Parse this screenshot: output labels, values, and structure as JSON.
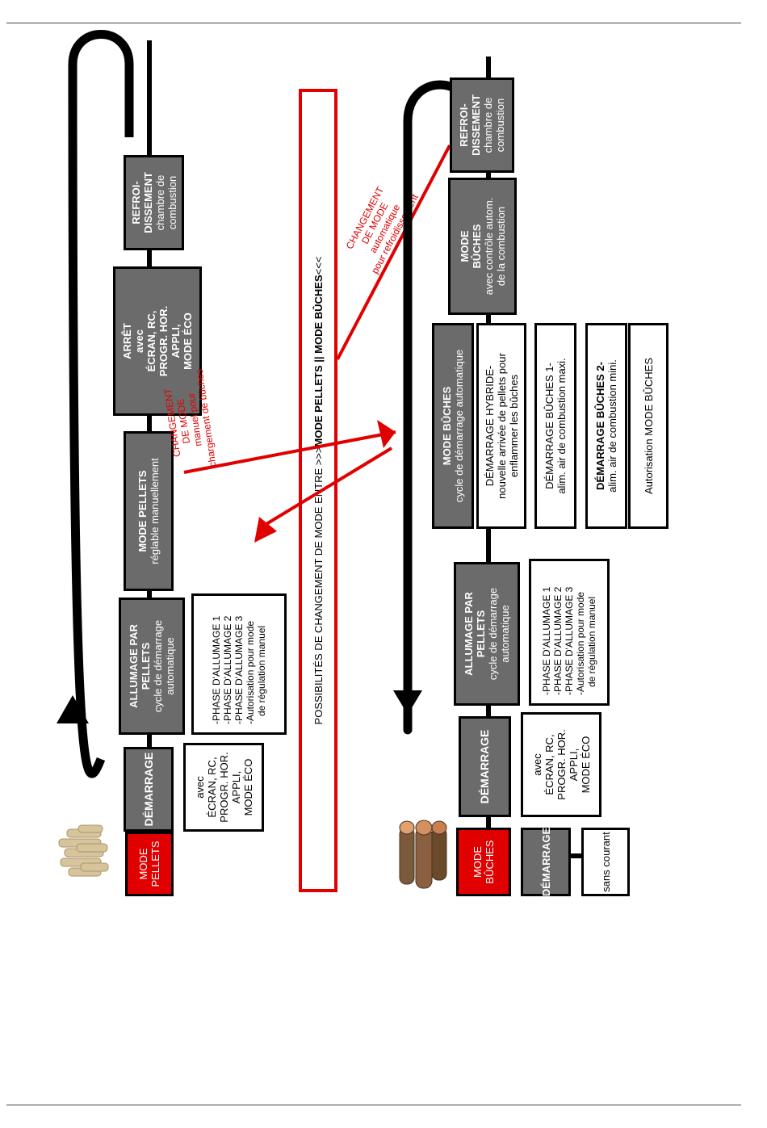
{
  "top_section": {
    "mode": [
      "MODE",
      "PELLETS"
    ],
    "demarrage": "DÉMARRAGE",
    "demarrage_options": [
      "avec",
      "ÉCRAN, RC,",
      "PROGR. HOR.",
      "APPLI,",
      "MODE ÉCO"
    ],
    "allumage": [
      "ALLUMAGE PAR",
      "PELLETS",
      "cycle de démarrage",
      "automatique"
    ],
    "allumage_phases": [
      "-PHASE D'ALLUMAGE 1",
      "-PHASE D'ALLUMAGE 2",
      "-PHASE D'ALLUMAGE 3",
      "-Autorisation pour mode",
      "de régulation manuel"
    ],
    "mode_pellets": [
      "MODE PELLETS",
      "réglable manuellement"
    ],
    "arret": [
      "ARRÊT",
      "avec",
      "ÉCRAN, RC,",
      "PROGR. HOR.",
      "APPLI,",
      "MODE ÉCO"
    ],
    "refroidissement": [
      "REFROI-",
      "DISSEMENT",
      "chambre de",
      "combustion"
    ]
  },
  "banner": {
    "prefix": "POSSIBILITÉS DE CHANGEMENT DE MODE ENTRE >>> ",
    "bold": "MODE PELLETS || MODE BÛCHES",
    "suffix": " <<<"
  },
  "annotations": {
    "manual": [
      "CHANGEMENT",
      "DE MODE",
      "manuel pour",
      "chargement de bûches"
    ],
    "auto": [
      "CHANGEMENT",
      "DE MODE",
      "automatique",
      "pour refroidissement"
    ]
  },
  "bottom_section": {
    "mode": [
      "MODE",
      "BÛCHES"
    ],
    "demarrage_a": "DÉMARRAGE",
    "sans_courant": "sans courant",
    "demarrage_b": "DÉMARRAGE",
    "demarrage_options": [
      "avec",
      "ÉCRAN, RC,",
      "PROGR. HOR.",
      "APPLI,",
      "MODE ÉCO"
    ],
    "allumage": [
      "ALLUMAGE PAR",
      "PELLETS",
      "cycle de démarrage",
      "automatique"
    ],
    "allumage_phases": [
      "-PHASE D'ALLUMAGE 1",
      "-PHASE D'ALLUMAGE 2",
      "-PHASE D'ALLUMAGE 3",
      "-Autorisation pour mode",
      "de régulation manuel"
    ],
    "mode_buches_start": [
      "MODE BÛCHES",
      "cycle de démarrage automatique"
    ],
    "options": [
      {
        "title": "DÉMARRAGE HYBRIDE-",
        "lines": [
          "nouvelle arrivée de pellets pour",
          "enflammer les bûches"
        ]
      },
      {
        "title": "DÉMARRAGE BÛCHES 1-",
        "lines": [
          "alim. air de combustion maxi."
        ]
      },
      {
        "title": "DÉMARRAGE BÛCHES 2-",
        "lines": [
          "alim. air de combustion mini."
        ]
      },
      {
        "title": "",
        "lines": [
          "Autorisation MODE BÛCHES"
        ]
      }
    ],
    "mode_buches_auto": [
      "MODE",
      "BÛCHES",
      "avec contrôle autom.",
      "de la combustion"
    ],
    "refroidissement": [
      "REFROI-",
      "DISSEMENT",
      "chambre de",
      "combustion"
    ]
  },
  "colors": {
    "red": "#e00000",
    "grey": "#6b6b6b",
    "black": "#000000"
  },
  "icons": [
    "pellets-image",
    "logs-image"
  ]
}
